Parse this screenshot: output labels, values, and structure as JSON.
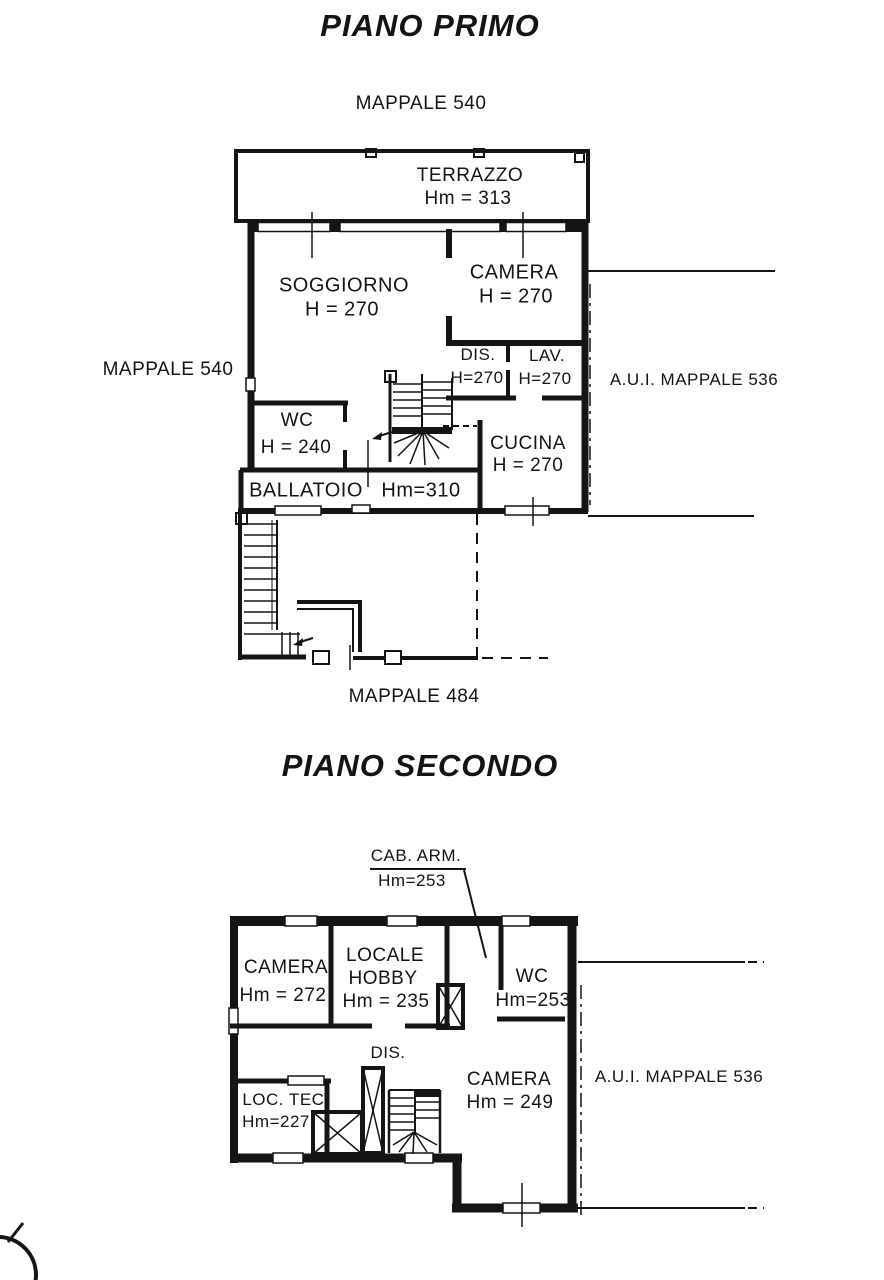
{
  "floor1": {
    "title": "PIANO PRIMO",
    "mappale_top": "MAPPALE 540",
    "mappale_left": "MAPPALE 540",
    "mappale_right": "A.U.I. MAPPALE 536",
    "mappale_bottom": "MAPPALE 484",
    "rooms": {
      "terrazzo": {
        "name": "TERRAZZO",
        "height": "Hm = 313"
      },
      "soggiorno": {
        "name": "SOGGIORNO",
        "height": "H = 270"
      },
      "camera": {
        "name": "CAMERA",
        "height": "H = 270"
      },
      "dis": {
        "name": "DIS.",
        "height": "H=270"
      },
      "lav": {
        "name": "LAV.",
        "height": "H=270"
      },
      "wc": {
        "name": "WC",
        "height": "H = 240"
      },
      "cucina": {
        "name": "CUCINA",
        "height": "H = 270"
      },
      "ballatoio": {
        "name": "BALLATOIO",
        "height": "Hm=310"
      }
    }
  },
  "floor2": {
    "title": "PIANO SECONDO",
    "mappale_right": "A.U.I. MAPPALE 536",
    "rooms": {
      "cab_arm": {
        "name": "CAB. ARM.",
        "height": "Hm=253"
      },
      "camera_1": {
        "name": "CAMERA",
        "height": "Hm = 272"
      },
      "locale_hobby": {
        "name_line1": "LOCALE",
        "name_line2": "HOBBY",
        "height": "Hm = 235"
      },
      "wc": {
        "name": "WC",
        "height": "Hm=253"
      },
      "dis": {
        "name": "DIS."
      },
      "loc_tec": {
        "name": "LOC. TEC.",
        "height": "Hm=227"
      },
      "camera_2": {
        "name": "CAMERA",
        "height": "Hm = 249"
      }
    }
  },
  "line_color": "#151515"
}
